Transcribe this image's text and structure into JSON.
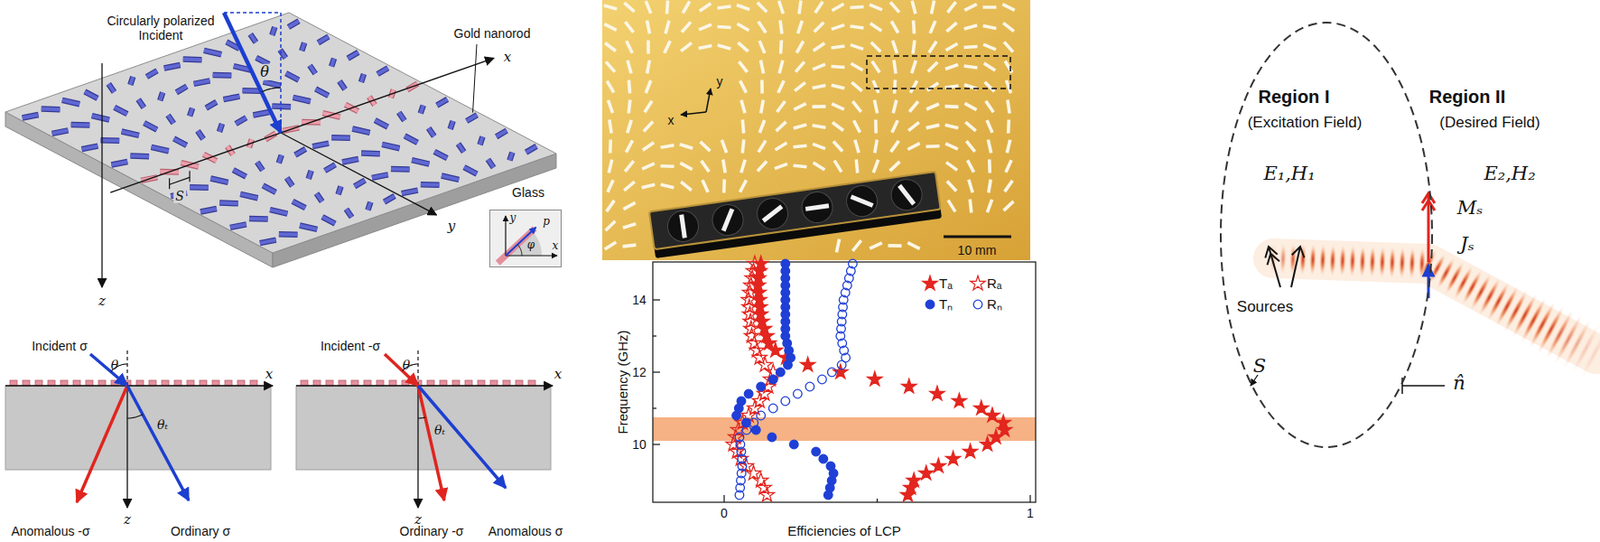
{
  "diagram": {
    "nodes": [
      {
        "text": [
          "y",
          "x",
          "p",
          "φ"
        ]
      },
      {
        "text": [
          "Region I",
          "(Excitation Field)",
          "E₁,H₁",
          "Sources"
        ]
      }
    ],
    "labels": [
      "Circularly polarized Incident",
      "Gold nanorod",
      "Glass",
      "x",
      "y",
      "z",
      "θ",
      "S",
      "Incident σ",
      "θ",
      "x",
      "z",
      "θₜ",
      "Anomalous -σ",
      "Ordinary σ",
      "Incident -σ",
      "θ",
      "x",
      "z",
      "θₜ",
      "Ordinary -σ",
      "Anomalous σ",
      "y",
      "x",
      "10 mm",
      "14",
      "12",
      "10",
      "0",
      "1",
      "Frequency (GHz)",
      "Efficiencies of LCP",
      "Region II",
      "(Desired Field)",
      "E₂,H₂",
      "Mₛ",
      "Jₛ",
      "S",
      "n̂"
    ],
    "legend": [
      {
        "text": "Tₐ"
      },
      {
        "text": "Rₐ"
      },
      {
        "text": "Tₙ"
      },
      {
        "text": "Rₙ"
      }
    ]
  }
}
